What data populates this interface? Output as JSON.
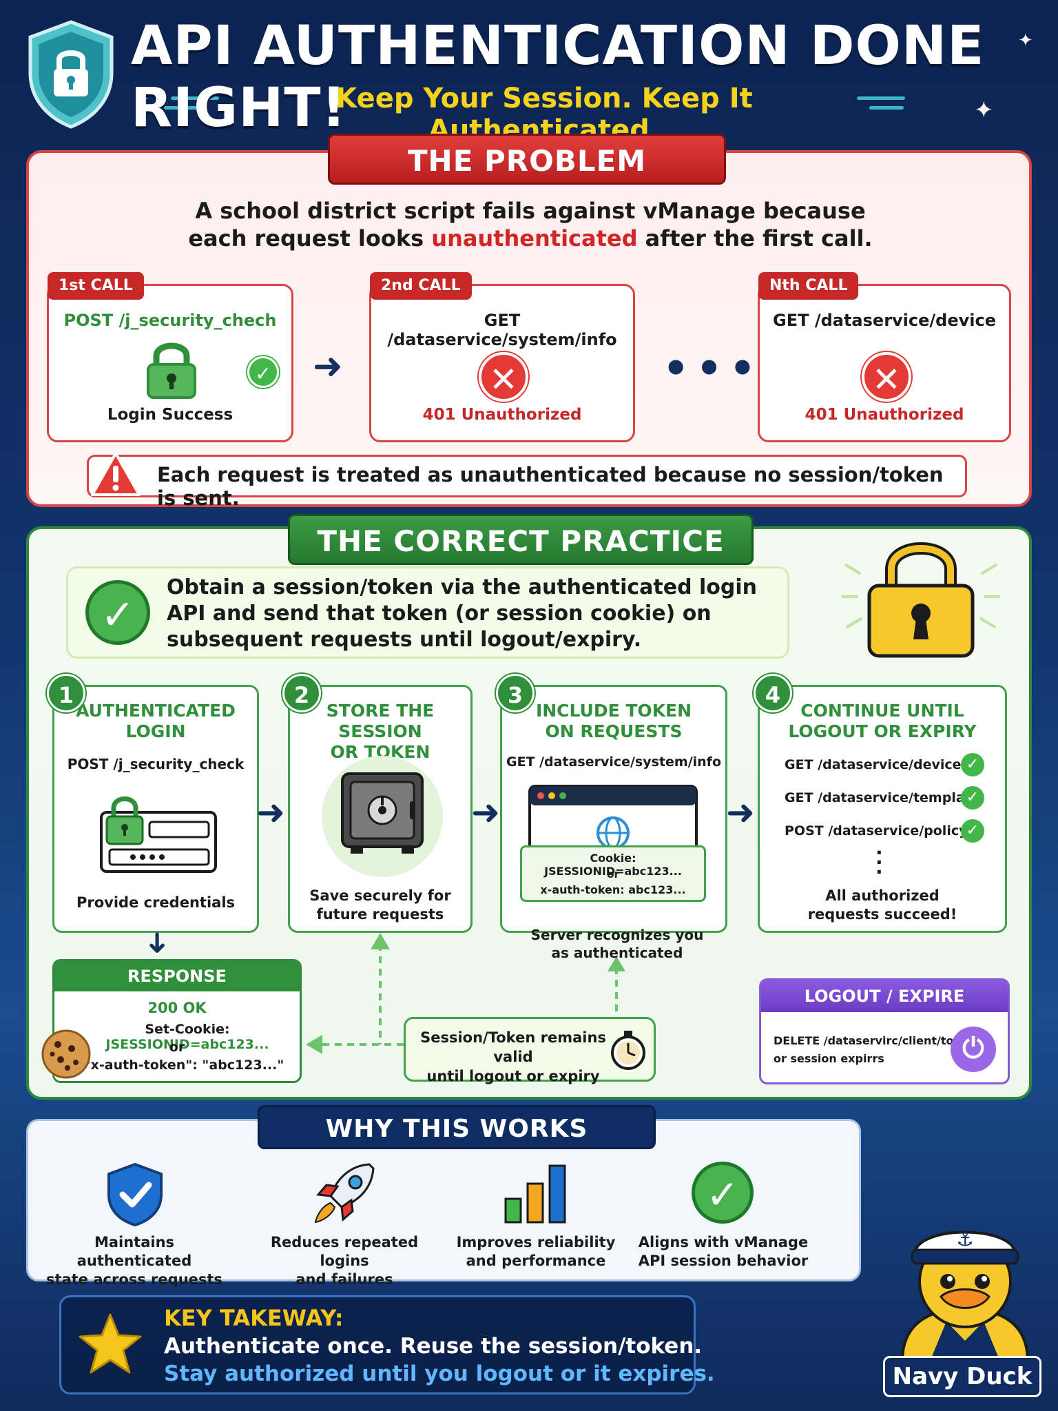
{
  "header": {
    "title": "API AUTHENTICATION DONE RIGHT!",
    "subtitle": "Keep Your Session. Keep It Authenticated."
  },
  "problem": {
    "banner": "THE PROBLEM",
    "text_before": "A school district script fails against vManage because each request looks ",
    "text_highlight": "unauthenticated",
    "text_after": " after the first call.",
    "calls": [
      {
        "tag": "1st CALL",
        "endpoint": "POST /j_security_chech",
        "result": "Login Success"
      },
      {
        "tag": "2nd CALL",
        "endpoint": "GET /dataservice/system/info",
        "result": "401 Unauthorized"
      },
      {
        "tag": "Nth CALL",
        "endpoint": "GET /dataservice/device",
        "result": "401 Unauthorized"
      }
    ],
    "warning": "Each request is treated as unauthenticated because no session/token is sent."
  },
  "correct": {
    "banner": "THE CORRECT PRACTICE",
    "summary": "Obtain a session/token via the authenticated login API and send that token (or session cookie) on subsequent requests until logout/expiry.",
    "steps": [
      {
        "num": "1",
        "title_1": "AUTHENTICATED",
        "title_2": "LOGIN",
        "endpoint": "POST /j_security_check",
        "caption": "Provide credentials"
      },
      {
        "num": "2",
        "title_1": "STORE THE SESSION",
        "title_2": "OR TOKEN",
        "caption_1": "Save securely for",
        "caption_2": "future requests"
      },
      {
        "num": "3",
        "title_1": "INCLUDE TOKEN",
        "title_2": "ON REQUESTS",
        "endpoint": "GET /dataservice/system/info",
        "cookie_1": "Cookie: JSESSIONID=abc123...",
        "cookie_or": "or",
        "cookie_2": "x-auth-token: abc123..."
      },
      {
        "num": "4",
        "title_1": "CONTINUE UNTIL",
        "title_2": "LOGOUT OR EXPIRY",
        "endpoints": [
          "GET /dataservice/device",
          "GET /dataservice/template",
          "POST /dataservice/policy"
        ],
        "caption_1": "All authorized",
        "caption_2": "requests succeed!"
      }
    ],
    "response": {
      "head": "RESPONSE",
      "status": "200 OK",
      "set_cookie_label": "Set-Cookie: ",
      "set_cookie_value": "JSESSIONID=abc123...",
      "or": "or",
      "token": "\"x-auth-token\": \"abc123...\""
    },
    "session": {
      "line_1": "Session/Token remains valid",
      "line_2": "until logout or expiry"
    },
    "server": {
      "line_1": "Server recognizes you",
      "line_2": "as authenticated"
    },
    "logout": {
      "head": "LOGOUT / EXPIRE",
      "line_1": "DELETE /dataservirc/client/token",
      "line_2": "or session expirrs"
    }
  },
  "why": {
    "banner": "WHY THIS WORKS",
    "items": [
      {
        "line_1": "Maintains authenticated",
        "line_2": "state across requests"
      },
      {
        "line_1": "Reduces repeated logins",
        "line_2": "and failures"
      },
      {
        "line_1": "Improves reliability",
        "line_2": "and performance"
      },
      {
        "line_1": "Aligns with vManage",
        "line_2": "API session behavior"
      }
    ]
  },
  "takeaway": {
    "title": "KEY TAKEWAY:",
    "line_1": "Authenticate once. Reuse the session/token.",
    "line_2": "Stay authorized until you logout or it expires."
  },
  "brand": "Navy Duck",
  "colors": {
    "red": "#d84545",
    "green": "#2f8f3a",
    "navy": "#0f2c63",
    "yellow": "#f5d31d",
    "purple": "#8757d6"
  }
}
